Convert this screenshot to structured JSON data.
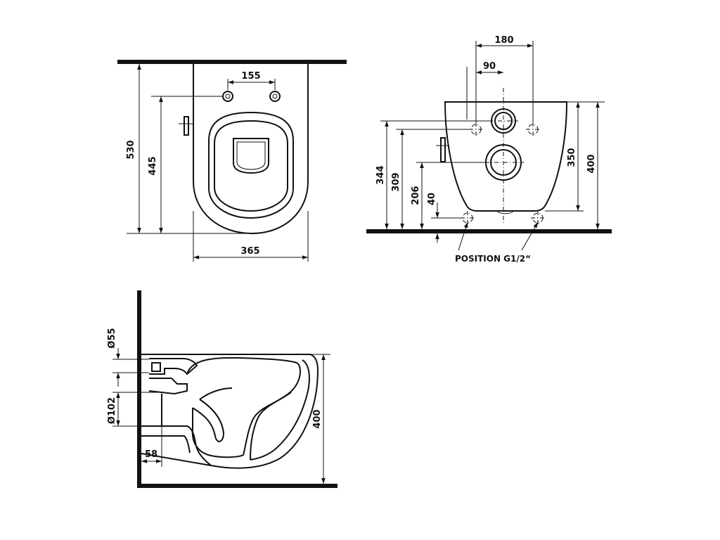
{
  "top_view": {
    "dim_width_top": "155",
    "dim_height_total": "530",
    "dim_height_mount": "445",
    "dim_width_bottom": "365"
  },
  "front_view": {
    "dim_width_outer": "180",
    "dim_width_inner": "90",
    "dim_h_344": "344",
    "dim_h_309": "309",
    "dim_h_206": "206",
    "dim_h_40": "40",
    "dim_h_350": "350",
    "dim_h_400": "400",
    "caption": "POSITION G1/2“"
  },
  "side_view": {
    "dim_d55": "Ø55",
    "dim_d102": "Ø102",
    "dim_58": "58",
    "dim_h_400": "400"
  }
}
